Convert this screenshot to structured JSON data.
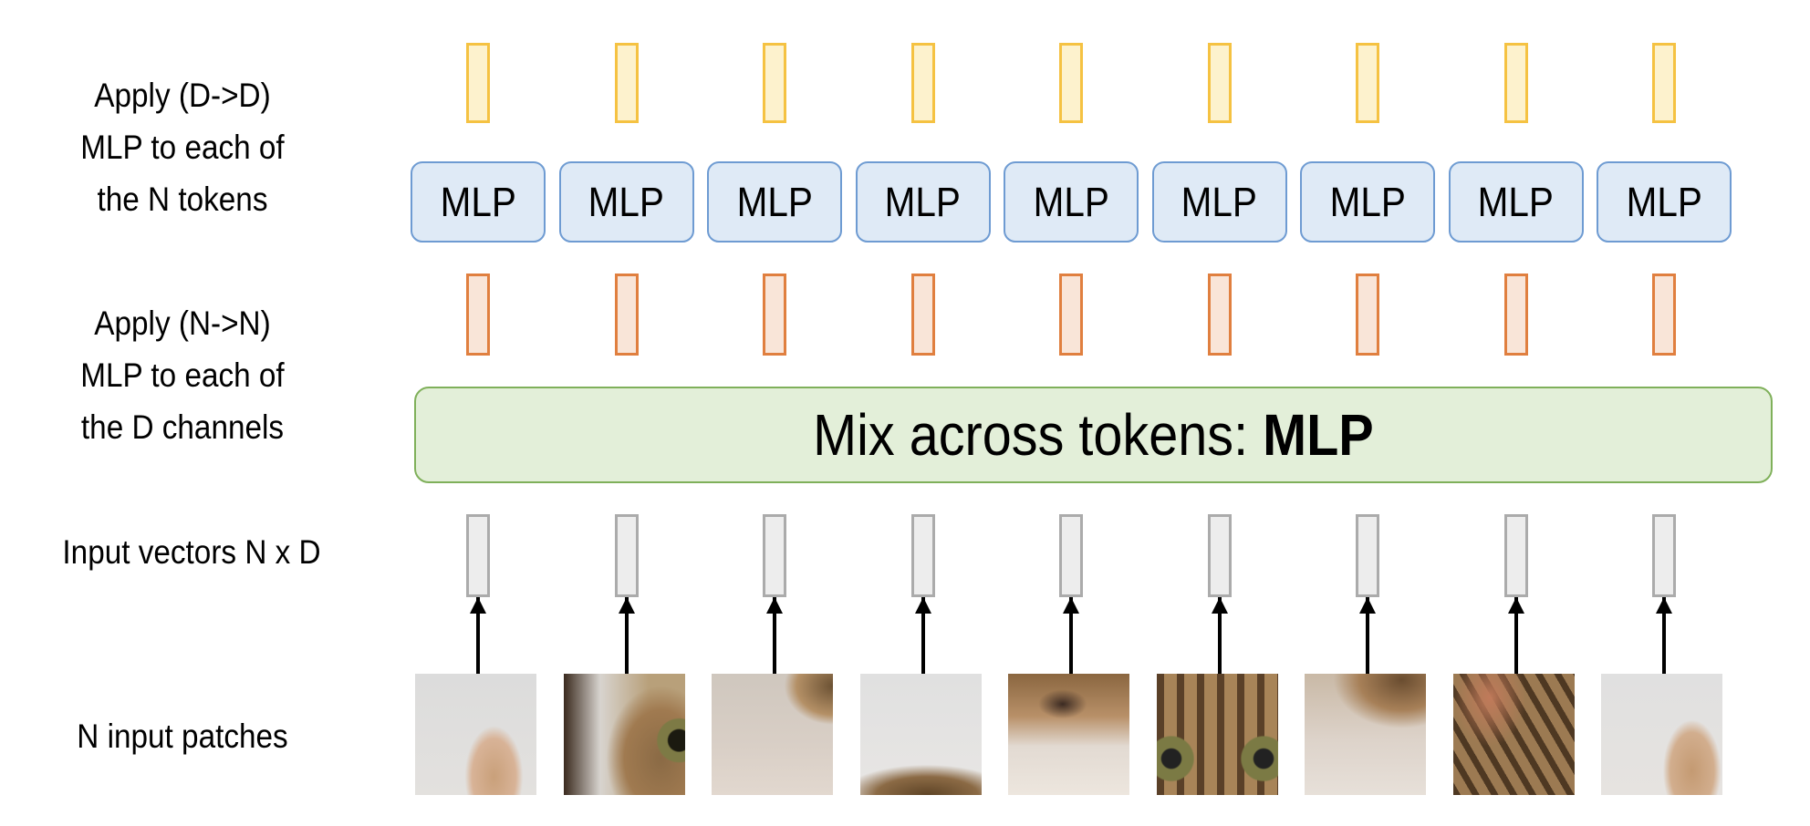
{
  "labels": {
    "token_mlp": [
      "Apply (D->D)",
      "MLP to each of",
      "the N tokens"
    ],
    "channel_mlp": [
      "Apply (N->N)",
      "MLP to each of",
      "the D channels"
    ],
    "input_vectors": "Input vectors N x D",
    "input_patches": "N input patches"
  },
  "mlp_label": "MLP",
  "mix_box": {
    "prefix": "Mix across tokens: ",
    "bold": "MLP"
  },
  "num_tokens": 9,
  "colors": {
    "output_vector": "#f5c242",
    "mixed_vector": "#e07f3f",
    "input_vector": "#ababab",
    "mlp_box": "#6e9bd2",
    "mix_box": "#7fb05a"
  },
  "patches": [
    "cat-ear",
    "cat-eye-left",
    "cat-fur-whiskers",
    "cat-head-bottom",
    "cat-nose",
    "cat-eyes",
    "cat-fur-whiskers-2",
    "cat-face-side",
    "cat-ear-2"
  ]
}
